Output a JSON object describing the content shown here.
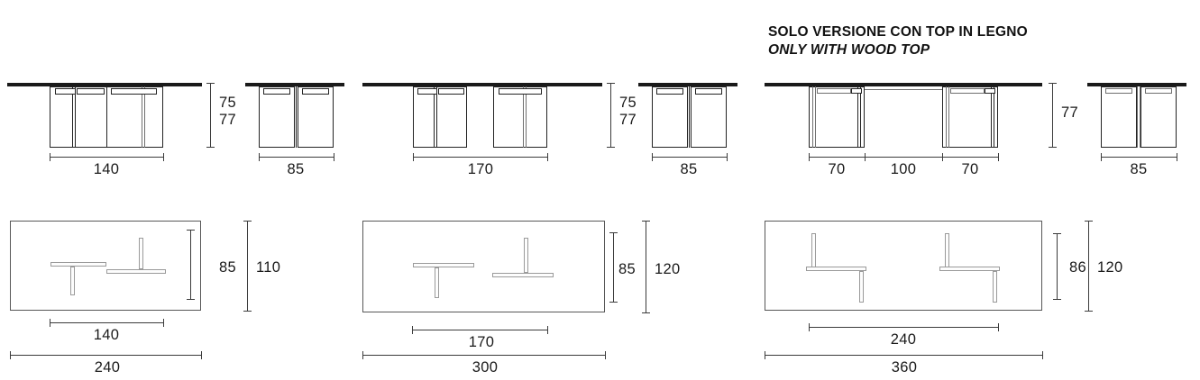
{
  "note": {
    "line_it": "SOLO VERSIONE CON TOP IN LEGNO",
    "line_en": "ONLY WITH WOOD TOP"
  },
  "elevations": [
    {
      "id": "front-140",
      "width_label": "140",
      "height_labels": [
        "75",
        "77"
      ]
    },
    {
      "id": "side-85-a",
      "width_label": "85"
    },
    {
      "id": "front-170",
      "width_label": "170",
      "height_labels": [
        "75",
        "77"
      ]
    },
    {
      "id": "side-85-b",
      "width_label": "85"
    },
    {
      "id": "front-wood-240",
      "width_labels": [
        "70",
        "100",
        "70"
      ],
      "height_label": "77"
    },
    {
      "id": "side-85-c",
      "width_label": "85"
    }
  ],
  "plans": [
    {
      "id": "plan-240",
      "inner_width_label": "140",
      "outer_width_label": "240",
      "inner_depth_label": "85",
      "outer_depth_label": "110"
    },
    {
      "id": "plan-300",
      "inner_width_label": "170",
      "outer_width_label": "300",
      "inner_depth_label": "85",
      "outer_depth_label": "120"
    },
    {
      "id": "plan-360",
      "inner_width_label": "240",
      "outer_width_label": "360",
      "inner_depth_label": "86",
      "outer_depth_label": "120"
    }
  ],
  "colors": {
    "ink": "#1a1a1a",
    "line_light": "#6f6f6f",
    "line_mid": "#575757",
    "dimension": "#3b3b3b",
    "background": "#ffffff"
  }
}
